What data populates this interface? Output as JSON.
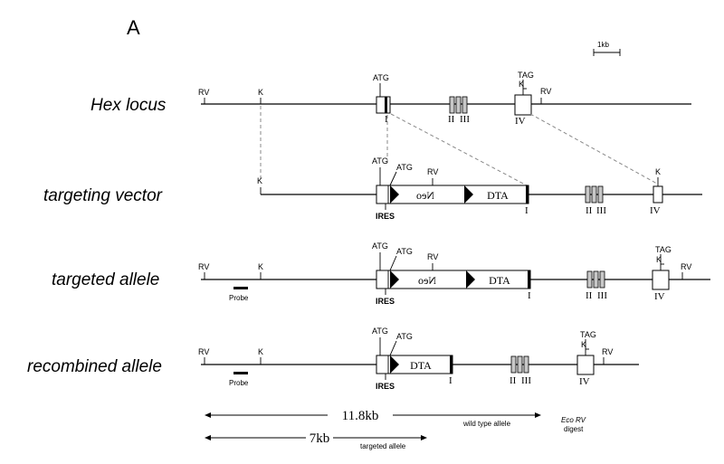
{
  "panel_label": "A",
  "scale_bar": {
    "label": "1kb"
  },
  "rows": [
    {
      "label": "Hex locus"
    },
    {
      "label": "targeting vector"
    },
    {
      "label": "targeted allele"
    },
    {
      "label": "recombined allele"
    }
  ],
  "sites": {
    "rv": "RV",
    "k": "K",
    "atg": "ATG",
    "tag": "TAG"
  },
  "exons": {
    "e1": "I",
    "e2": "II",
    "e3": "III",
    "e4": "IV"
  },
  "cassette": {
    "neo": "Neo",
    "dta": "DTA",
    "ires": "IRES"
  },
  "probe": "Probe",
  "sizes": {
    "wt": "11.8kb",
    "wt_label": "wild type allele",
    "tg": "7kb",
    "tg_label": "targeted allele",
    "digest_line1": "Eco RV",
    "digest_line2": "digest"
  },
  "colors": {
    "line": "#000000",
    "dashed": "#888888",
    "grey_exon": "#c8c8c8"
  }
}
